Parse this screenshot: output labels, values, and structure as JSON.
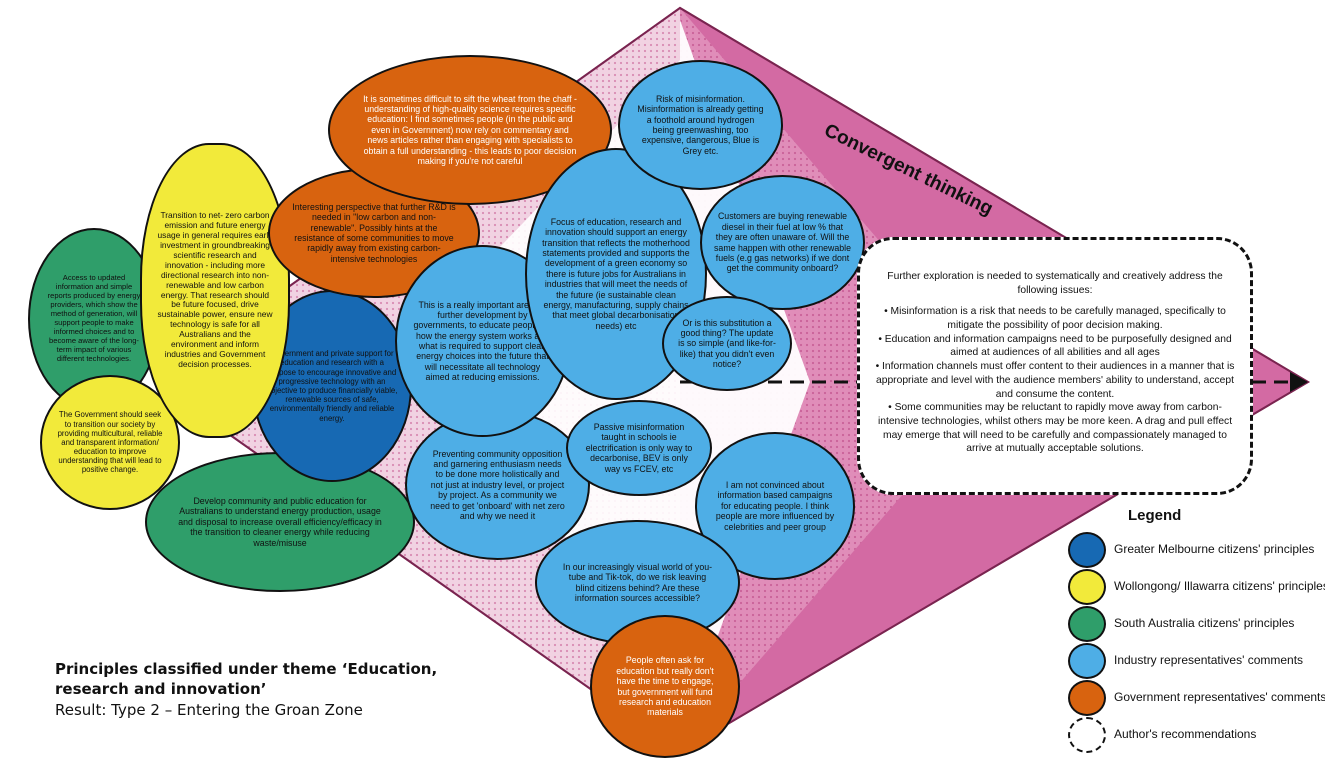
{
  "diagram": {
    "heading": "Convergent thinking",
    "colors": {
      "greater_melbourne": "#1769b3",
      "wollongong": "#f2ea3a",
      "south_australia": "#2f9e6a",
      "industry": "#4eaee6",
      "government": "#d8630f",
      "diamond_pink": "#d36aa3"
    }
  },
  "bubbles": {
    "gov_wheat": "It is sometimes difficult to sift the wheat from the chaff - understanding of high-quality science requires specific education: I find sometimes people (in the public and even in Government) now rely on commentary and news articles rather than engaging with specialists to obtain a full understanding - this leads to poor decision making if you're not careful",
    "gov_rd": "Interesting perspective that further R&D is needed in \"low carbon and non-renewable\". Possibly hints at the resistance of some communities to move rapidly away from existing carbon-intensive technologies",
    "woll_transition": "Transition to net- zero carbon emission and future energy usage in general requires early investment in groundbreaking scientific research and innovation - including more directional research into non-renewable and low carbon energy. That research should be future focused, drive sustainable power, ensure new technology is safe for all Australians and the environment and inform industries and Government decision processes.",
    "sa_access": "Access to updated information and simple reports produced by energy providers, which show the method of generation, will support people to make informed choices and to become aware of the long-term impact of various different technologies.",
    "woll_society": "The Government should seek to transition our society by providing multicultural, reliable and transparent information/ education to improve understanding that will lead to positive change.",
    "melb_private": "Government and private support for education and research with a purpose to encourage innovative and progressive technology with an objective to produce financially viable, renewable sources of safe, environmentally friendly and reliable energy.",
    "sa_develop": "Develop community and public education for Australians to understand energy production, usage and disposal to increase overall efficiency/efficacy in the transition to cleaner energy while reducing waste/misuse",
    "ind_important": "This is a really important area for further development by governments, to educate people on how the energy system works and what is required to support clean energy choices into the future that will necessitate all technology aimed at reducing emissions.",
    "ind_focus": "Focus of education, research and innovation should support an energy transition that reflects the motherhood statements provided and supports the development of a green economy so there is future jobs for Australians in industries that will meet the needs of the future (ie sustainable clean energy, manufacturing, supply chains that meet global decarbonisation needs) etc",
    "ind_misinfo": "Risk of misinformation. Misinformation is already getting a foothold around hydrogen being greenwashing, too expensive, dangerous, Blue is Grey etc.",
    "ind_customers": "Customers are buying renewable diesel in their fuel at low % that they are often unaware of. Will the same happen with other renewable fuels (e.g gas networks) if we dont get the community onboard?",
    "ind_substitution": "Or is this substitution a good thing? The update is so simple (and like-for-like) that you didn't even notice?",
    "ind_passive": "Passive misinformation taught in schools ie electrification is only way to decarbonise, BEV is only way vs FCEV, etc",
    "ind_preventing": "Preventing community opposition and garnering enthusiasm needs to be done more holistically and not just at industry level, or project by project. As a community we need to get 'onboard' with net zero and why we need it",
    "ind_not_convinced": "I am not convinced about information based campaigns for educating people. I think people are more influenced by celebrities and peer group",
    "ind_visual": "In our increasingly visual world of you-tube and Tik-tok, do we risk leaving blind citizens behind? Are these information sources accessible?",
    "gov_time": "People often ask for education but really don't have the time to engage, but government will fund research and education materials"
  },
  "recommendations": {
    "intro": "Further exploration is needed to systematically and creatively address the following issues:",
    "items": [
      "Misinformation is a risk that needs to be carefully managed, specifically to mitigate the possibility of poor decision making.",
      "Education and information campaigns need to be purposefully designed and aimed at audiences of all abilities and all ages",
      "Information channels must offer content to their audiences in a manner that is appropriate and level with the audience members' ability to understand, accept and consume the content.",
      "Some communities may be reluctant to rapidly move away from carbon-intensive technologies, whilst others may be more keen. A drag and pull effect may emerge that will need to be carefully and compassionately managed to arrive at mutually acceptable solutions."
    ]
  },
  "legend": {
    "title": "Legend",
    "items": [
      {
        "label": "Greater Melbourne citizens' principles",
        "color": "#1769b3"
      },
      {
        "label": "Wollongong/ Illawarra citizens' principles",
        "color": "#f2ea3a"
      },
      {
        "label": "South Australia citizens' principles",
        "color": "#2f9e6a"
      },
      {
        "label": "Industry representatives' comments",
        "color": "#4eaee6"
      },
      {
        "label": "Government representatives' comments",
        "color": "#d8630f"
      },
      {
        "label": "Author's recommendations",
        "color": "#ffffff"
      }
    ]
  },
  "caption": {
    "line1": "Principles classified under theme ‘Education,",
    "line2": "research and innovation’",
    "line3": "Result: Type 2 – Entering the Groan Zone"
  }
}
